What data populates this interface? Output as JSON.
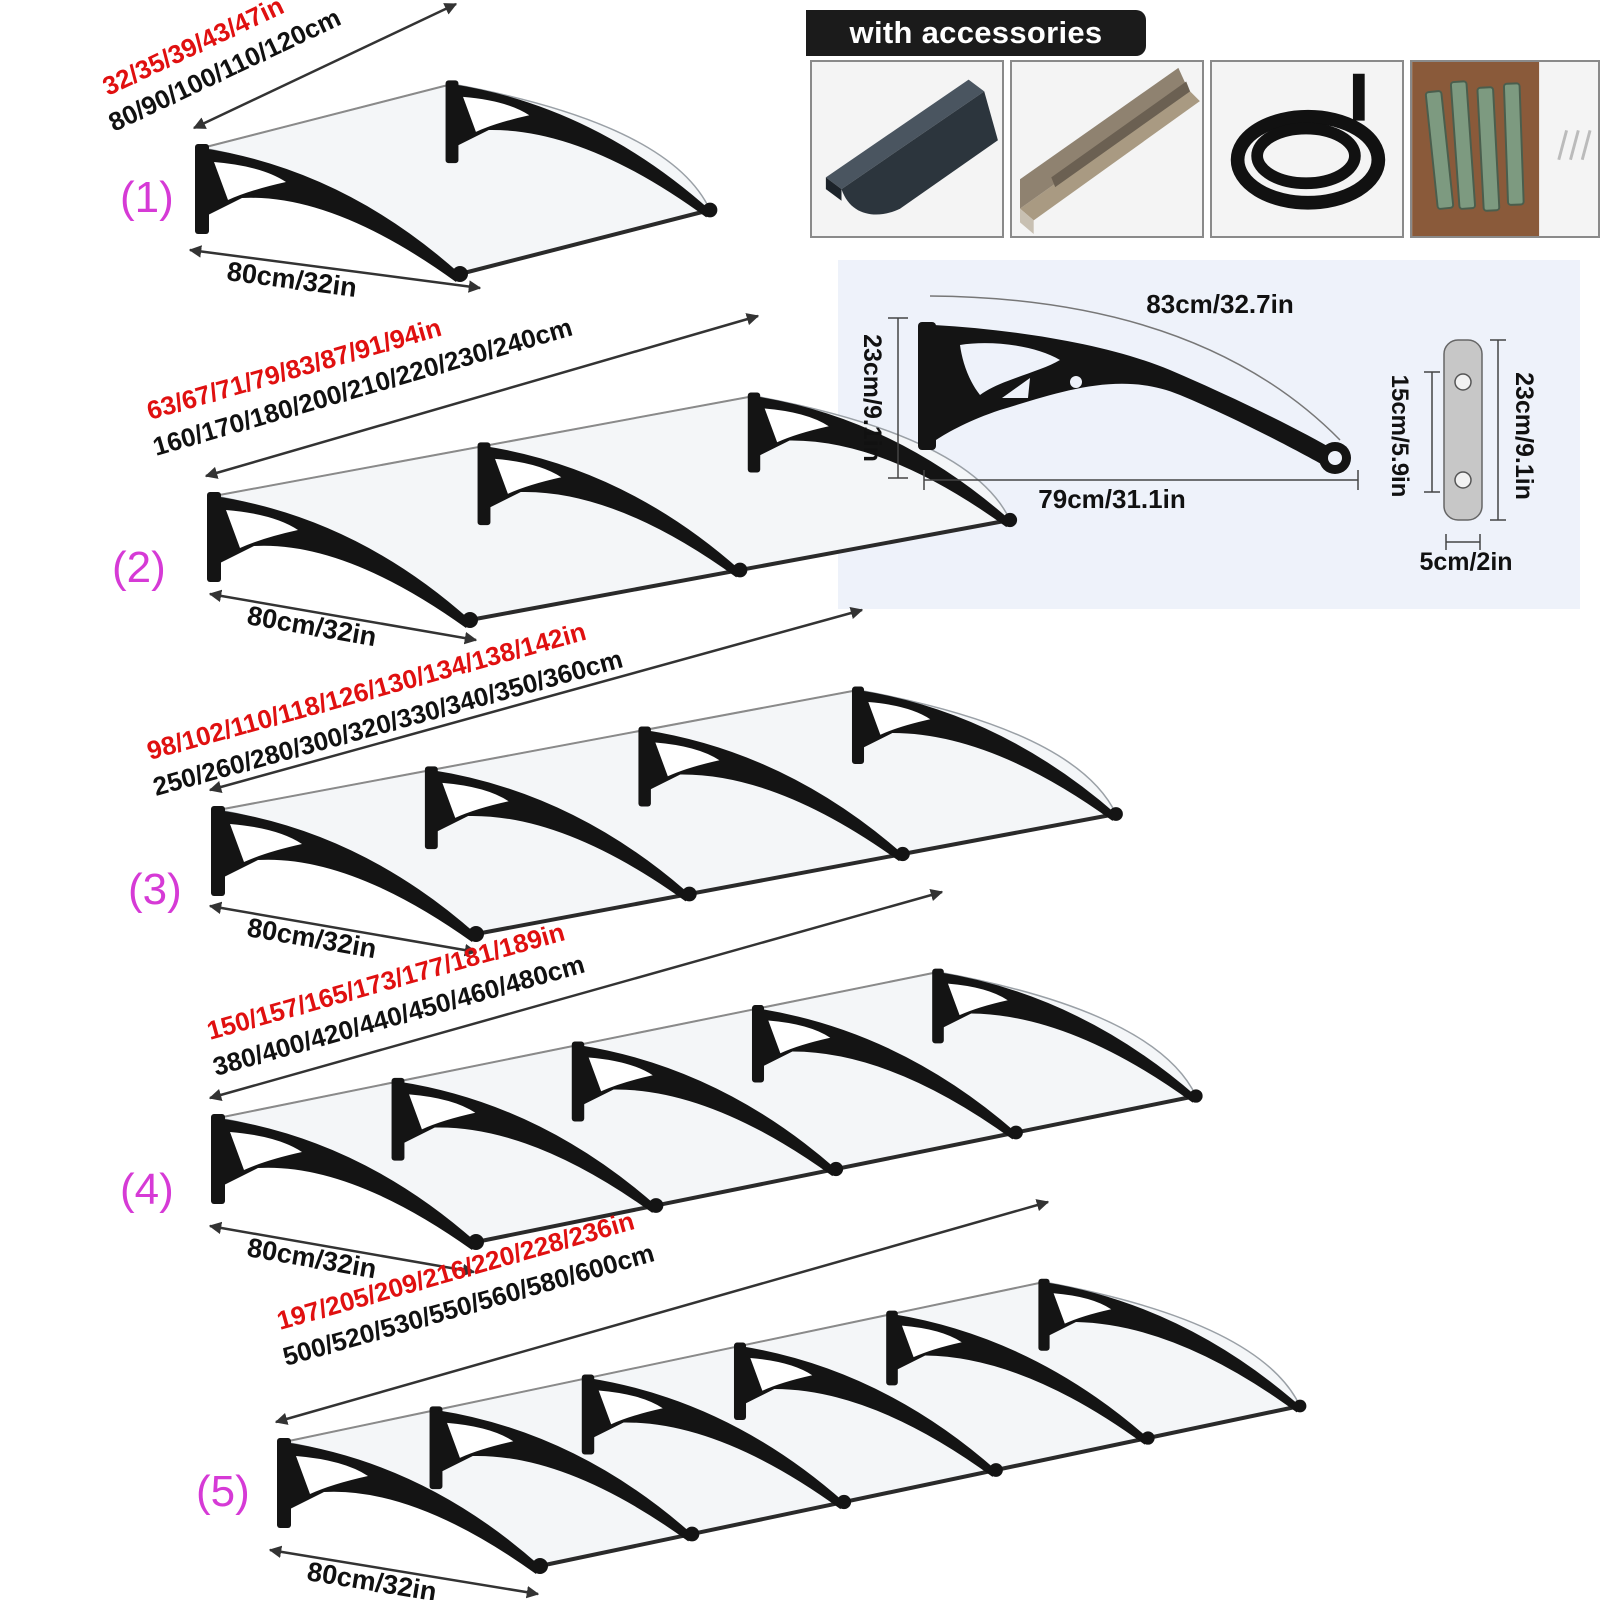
{
  "accessories": {
    "header": "with accessories",
    "items": [
      "gutter-icon",
      "aluminum-rail-icon",
      "rubber-seal-icon",
      "expansion-bolts-icon"
    ]
  },
  "bracket_spec": {
    "arc_length": "83cm/32.7in",
    "height": "23cm/9.1in",
    "depth": "79cm/31.1in",
    "plate_hole_spacing": "15cm/5.9in",
    "plate_height": "23cm/9.1in",
    "plate_width": "5cm/2in"
  },
  "colors": {
    "inch_text": "#e01010",
    "label_magenta": "#d63ad6",
    "bracket": "#141414"
  },
  "models": [
    {
      "label": "(1)",
      "inches": "32/35/39/43/47in",
      "cm": "80/90/100/110/120cm",
      "depth": "80cm/32in"
    },
    {
      "label": "(2)",
      "inches": "63/67/71/79/83/87/91/94in",
      "cm": "160/170/180/200/210/220/230/240cm",
      "depth": "80cm/32in"
    },
    {
      "label": "(3)",
      "inches": "98/102/110/118/126/130/134/138/142in",
      "cm": "250/260/280/300/320/330/340/350/360cm",
      "depth": "80cm/32in"
    },
    {
      "label": "(4)",
      "inches": "150/157/165/173/177/181/189in",
      "cm": "380/400/420/440/450/460/480cm",
      "depth": "80cm/32in"
    },
    {
      "label": "(5)",
      "inches": "197/205/209/216/220/228/236in",
      "cm": "500/520/530/550/560/580/600cm",
      "depth": "80cm/32in"
    }
  ]
}
